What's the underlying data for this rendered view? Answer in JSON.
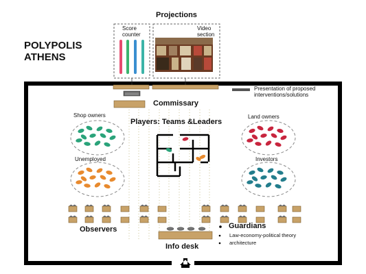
{
  "title_line1": "POLYPOLIS",
  "title_line2": "ATHENS",
  "projections": {
    "heading": "Projections",
    "score_counter_line1": "Score",
    "score_counter_line2": "counter",
    "video_section_line1": "Video",
    "video_section_line2": "section",
    "bar_colors": [
      "#e64b6e",
      "#3cb46e",
      "#3a8fd0",
      "#3cb4a8"
    ]
  },
  "legend": {
    "line1": "Presentation of proposed",
    "line2": "interventions/solutions"
  },
  "commissary": "Commissary",
  "players_heading": "Players: Teams &Leaders",
  "groups": {
    "shop_owners": {
      "label": "Shop owners",
      "color": "#2aa37a"
    },
    "land_owners": {
      "label": "Land owners",
      "color": "#c8253e"
    },
    "unemployed": {
      "label": "Unemployed",
      "color": "#e88a2e"
    },
    "investors": {
      "label": "Investors",
      "color": "#237d8c"
    }
  },
  "observers": "Observers",
  "guardians": {
    "heading": "Guardians",
    "items": [
      "Law-economy-political theory",
      "architecture"
    ]
  },
  "info_desk": "Info desk",
  "entrance_icon": "arrow-up-icon"
}
